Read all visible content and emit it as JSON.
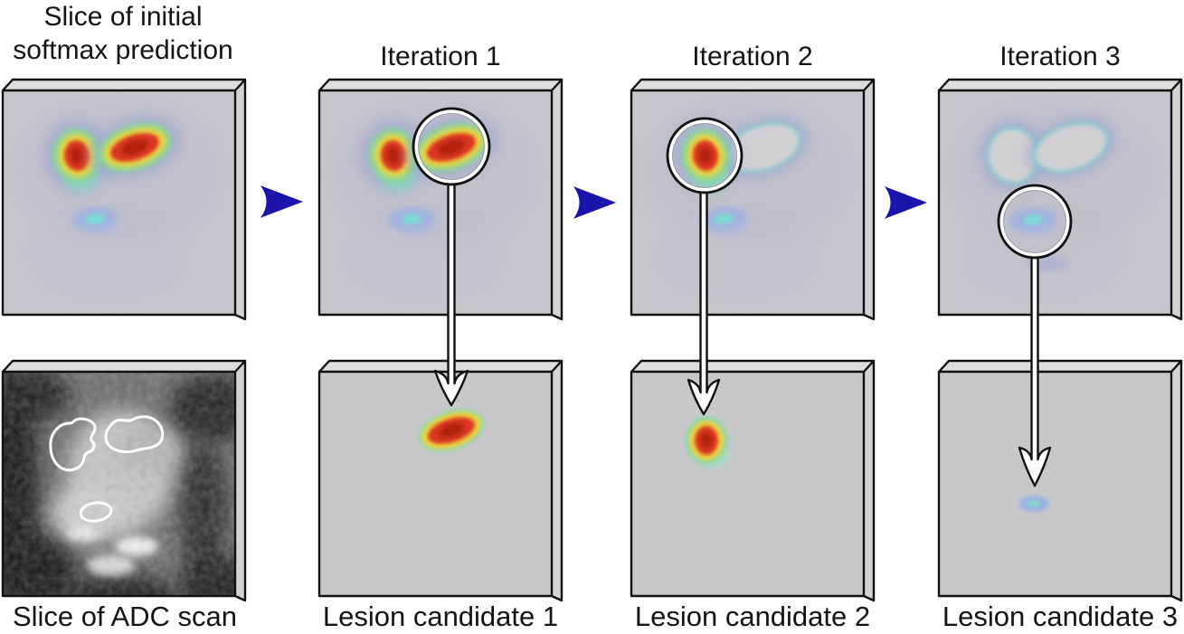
{
  "figure": {
    "initial_label": {
      "line1": "Slice of initial",
      "line2": "softmax prediction"
    },
    "adc_label": "Slice of ADC scan",
    "iterations": [
      {
        "title": "Iteration 1",
        "candidate_label": "Lesion candidate 1"
      },
      {
        "title": "Iteration 2",
        "candidate_label": "Lesion candidate 2"
      },
      {
        "title": "Iteration 3",
        "candidate_label": "Lesion candidate 3"
      }
    ],
    "colors": {
      "flow_arrow_blue": "#1a14ad",
      "panel_gray": "#c7c6cb",
      "heat_red": "#d93620",
      "heat_dark_red": "#b3210f",
      "heat_yellow": "#eed63e",
      "heat_green": "#7fd89e",
      "heat_blue_halo": "#97a0d4",
      "contour_white": "#ffffff"
    }
  }
}
